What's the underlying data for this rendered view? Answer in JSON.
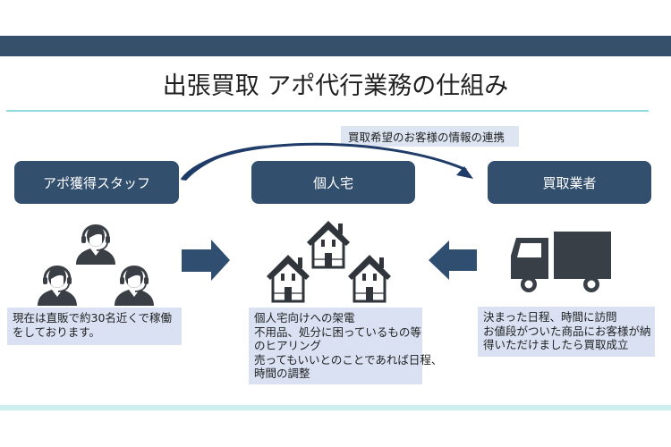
{
  "title": "出張買取 アポ代行業務の仕組み",
  "colors": {
    "header_bar": "#36506b",
    "node_fill": "#334f6e",
    "node_text": "#ffffff",
    "desc_fill": "#d9e1f2",
    "accent_line": "#8fdde0",
    "icon_fill": "#3a3f45",
    "arrow_fill": "#2f4e70"
  },
  "flow": {
    "link_label": "買取希望のお客様の情報の連携",
    "nodes": [
      {
        "label": "アポ獲得スタッフ",
        "icon": "call-center-operators-icon",
        "description": [
          "現在は直販で約30名近くで稼働",
          "をしております。"
        ]
      },
      {
        "label": "個人宅",
        "icon": "houses-icon",
        "description": [
          "個人宅向けへの架電",
          "不用品、処分に困っているもの等",
          "のヒアリング",
          "売ってもいいとのことであれば日程、",
          "時間の調整"
        ]
      },
      {
        "label": "買取業者",
        "icon": "delivery-truck-icon",
        "description": [
          "決まった日程、時間に訪問",
          "お値段がついた商品にお客様が納",
          "得いただけましたら買取成立"
        ]
      }
    ],
    "arrows": [
      {
        "name": "staff-to-home-arrow",
        "direction": "right"
      },
      {
        "name": "buyer-to-home-arrow",
        "direction": "left"
      },
      {
        "name": "staff-to-buyer-curved-arrow",
        "direction": "curved-right"
      }
    ]
  }
}
